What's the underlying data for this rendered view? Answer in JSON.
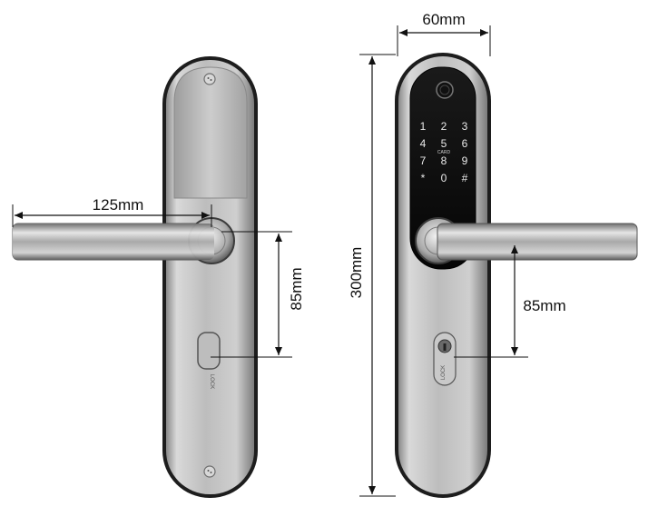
{
  "dimensions": {
    "lever_length": "125mm",
    "handle_to_cylinder_left": "85mm",
    "plate_width": "60mm",
    "plate_height": "300mm",
    "handle_to_cylinder_right": "85mm"
  },
  "keypad": {
    "keys": [
      "1",
      "2",
      "3",
      "4",
      "5",
      "6",
      "7",
      "8",
      "9",
      "*",
      "0",
      "#"
    ],
    "card_label": "CARD"
  },
  "cylinder": {
    "lock_label": "LOCK"
  }
}
